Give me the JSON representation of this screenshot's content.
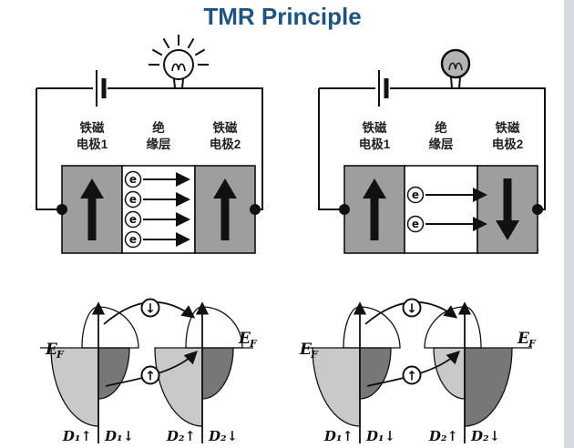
{
  "title": "TMR Principle",
  "colors": {
    "title_blue": "#1f5380",
    "electrode_gray": "#9e9e9e",
    "dos_majority_fill": "#c9c9c9",
    "dos_minority_fill": "#777777",
    "dim_bulb_gray": "#b4b4b4",
    "page_edge_strip": "#d6dbe0"
  },
  "circuit_left": {
    "electrode1_line1": "铁磁",
    "electrode1_line2": "电极1",
    "insulator_line1": "绝",
    "insulator_line2": "缘层",
    "electrode2_line1": "铁磁",
    "electrode2_line2": "电极2",
    "electron": "e"
  },
  "circuit_right": {
    "electrode1_line1": "铁磁",
    "electrode1_line2": "电极1",
    "insulator_line1": "绝",
    "insulator_line2": "缘层",
    "electrode2_line1": "铁磁",
    "electrode2_line2": "电极2",
    "electron": "e"
  },
  "dos_left": {
    "ef_main": "E",
    "ef_sub": "F",
    "d1_up": "D₁↑",
    "d1_down": "D₁↓",
    "d2_up": "D₂↑",
    "d2_down": "D₂↓",
    "spin_top": "↓",
    "spin_mid": "↑"
  },
  "dos_right": {
    "ef_main": "E",
    "ef_sub": "F",
    "d1_up": "D₁↑",
    "d1_down": "D₁↓",
    "d2_up": "D₂↑",
    "d2_down": "D₂↓",
    "spin_top": "↓",
    "spin_mid": "↑"
  }
}
